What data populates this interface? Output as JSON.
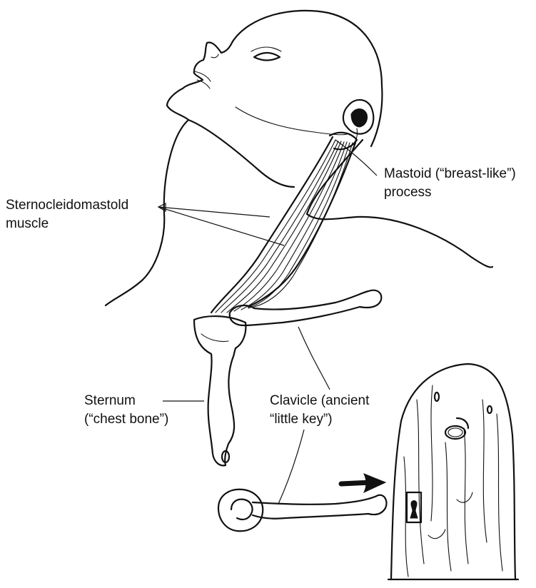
{
  "labels": {
    "mastoid_line1": "Mastoid (“breast-like”)",
    "mastoid_line2": "process",
    "scm_line1": "Sternocleidomastold",
    "scm_line2": "muscle",
    "sternum_line1": "Sternum",
    "sternum_line2": "(“chest bone”)",
    "clavicle_line1": "Clavicle (ancient",
    "clavicle_line2": "“little key”)"
  },
  "colors": {
    "ink": "#111111",
    "paper": "#ffffff"
  },
  "icons": {
    "arrow": "right-arrow-icon",
    "keyhole": "keyhole-icon",
    "door_ring": "door-ring-icon"
  }
}
